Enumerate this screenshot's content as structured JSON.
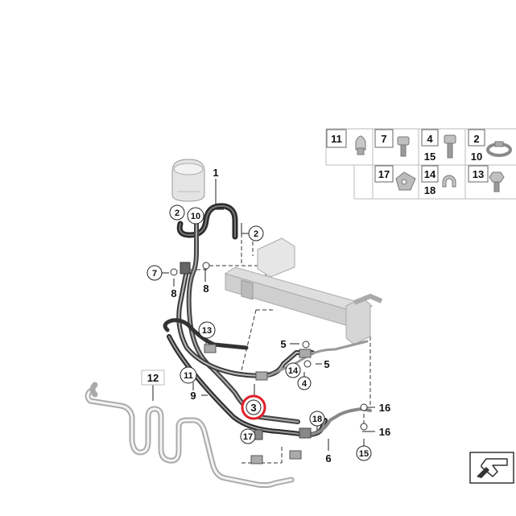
{
  "diagram": {
    "highlight_color": "#e0202a",
    "selected_part": "3",
    "callouts": {
      "p1": "1",
      "p2a": "2",
      "p10a": "10",
      "p2b": "2",
      "p7": "7",
      "p8a": "8",
      "p8b": "8",
      "p13": "13",
      "p11": "11",
      "p9": "9",
      "p12": "12",
      "p3": "3",
      "p17": "17",
      "p18": "18",
      "p6": "6",
      "p5a": "5",
      "p5b": "5",
      "p4": "4",
      "p14": "14",
      "p16a": "16",
      "p16b": "16",
      "p15": "15"
    },
    "parts_key": {
      "k11": "11",
      "k7": "7",
      "k4": "4",
      "k15": "15",
      "k2": "2",
      "k10": "10",
      "k17": "17",
      "k14": "14",
      "k18": "18",
      "k13": "13"
    },
    "icons": {
      "reservoir": "reservoir-icon",
      "rack": "steering-gear-icon",
      "cooler": "oil-cooler-icon",
      "nav": "navigation-arrow-icon"
    }
  }
}
